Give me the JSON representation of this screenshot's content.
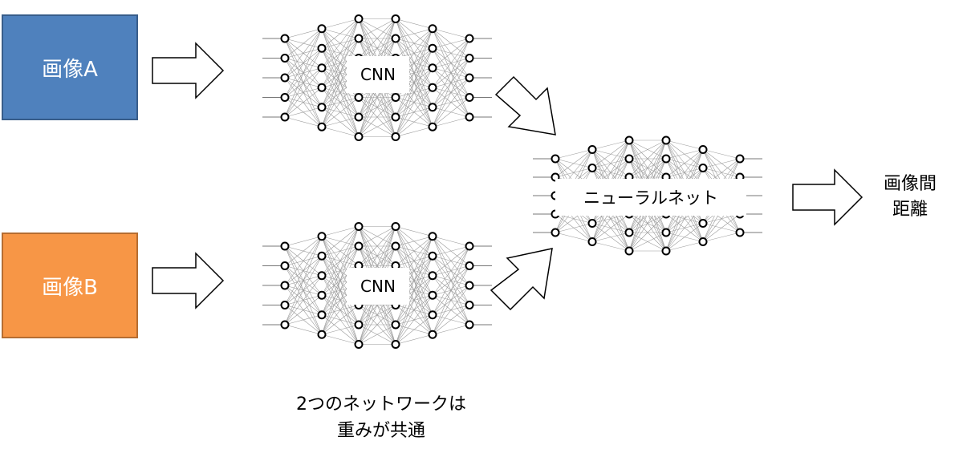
{
  "input_a": {
    "label": "画像A",
    "color": "#4f81bd"
  },
  "input_b": {
    "label": "画像B",
    "color": "#f79646"
  },
  "cnn_top": {
    "label": "CNN"
  },
  "cnn_bottom": {
    "label": "CNN"
  },
  "neural_net": {
    "label": "ニューラルネット"
  },
  "output": {
    "line1": "画像間",
    "line2": "距離"
  },
  "note": {
    "line1": "2つのネットワークは",
    "line2": "重みが共通"
  }
}
